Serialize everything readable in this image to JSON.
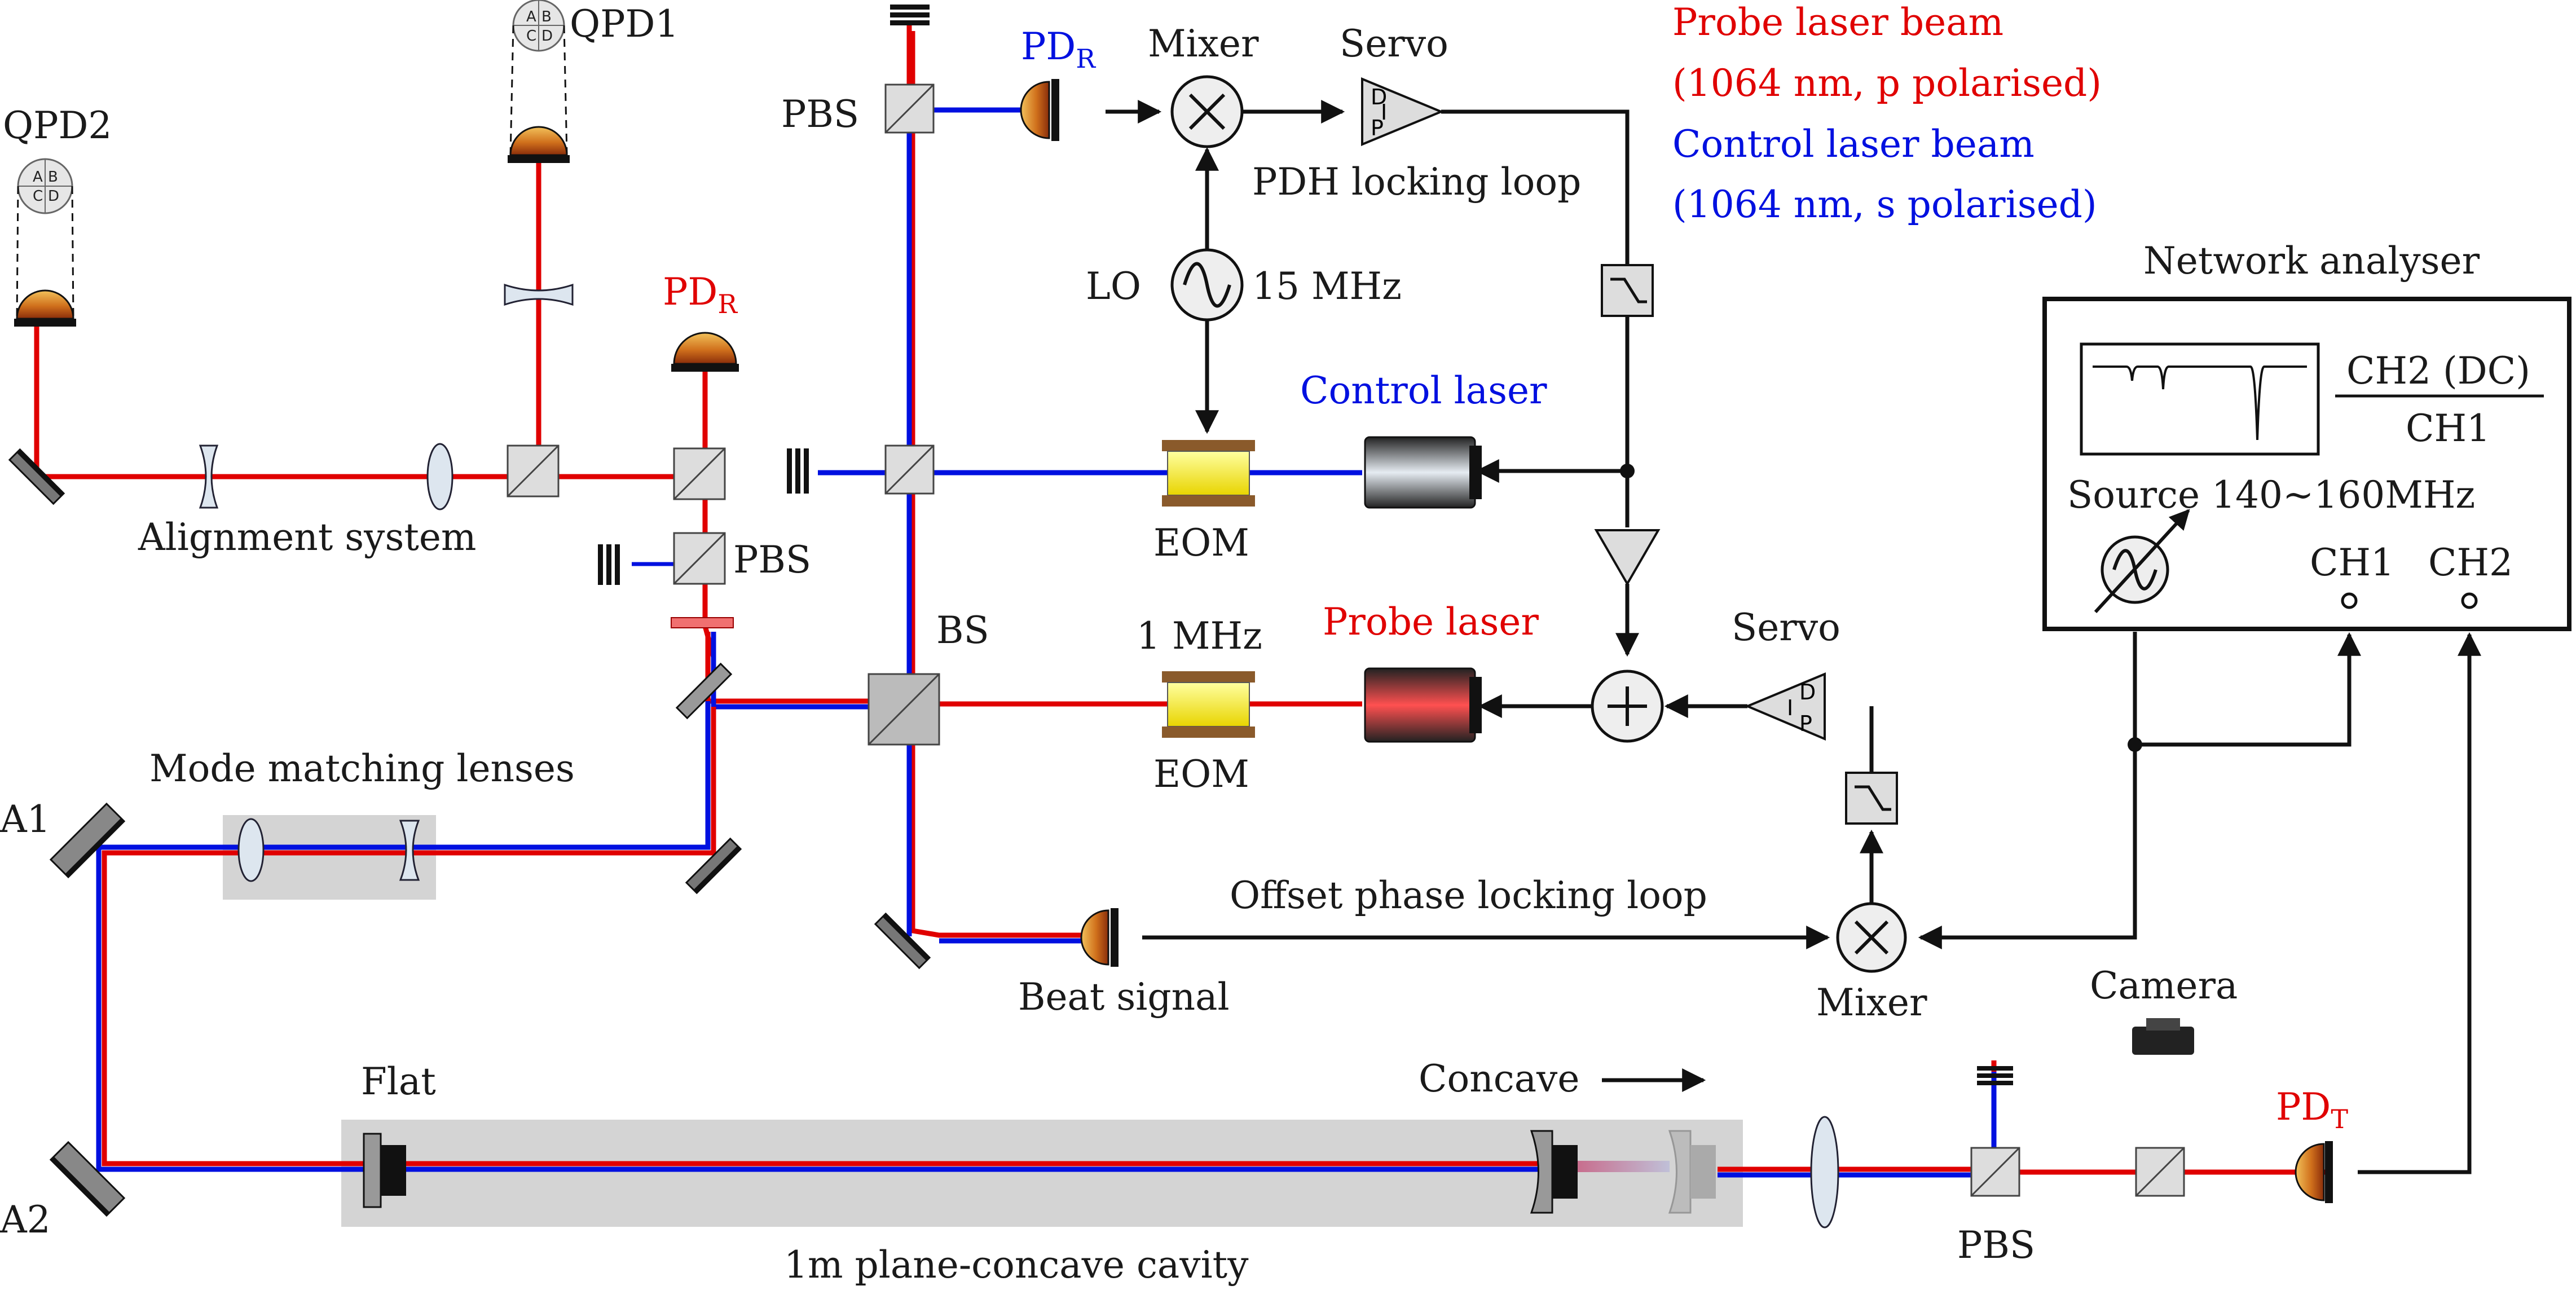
{
  "colors": {
    "probe_beam": "#e00000",
    "control_beam": "#0010e0",
    "signal_line": "#111111",
    "table_gray": "#d4d4d4"
  },
  "legend": {
    "probe_line1": "Probe laser beam",
    "probe_line2": "(1064 nm, p polarised)",
    "control_line1": "Control laser beam",
    "control_line2": "(1064 nm, s polarised)"
  },
  "labels": {
    "qpd1": "QPD1",
    "qpd2": "QPD2",
    "pd_r_left": "PD",
    "pd_r_left_sub": "R",
    "pd_r_top": "PD",
    "pd_r_top_sub": "R",
    "pd_t": "PD",
    "pd_t_sub": "T",
    "pbs_top": "PBS",
    "pbs_mid": "PBS",
    "pbs_bottom": "PBS",
    "bs": "BS",
    "mixer_top": "Mixer",
    "mixer_bottom": "Mixer",
    "servo_top": "Servo",
    "servo_bottom": "Servo",
    "pdh_loop": "PDH locking loop",
    "lo": "LO",
    "lo_freq": "15 MHz",
    "control_laser": "Control laser",
    "probe_laser": "Probe laser",
    "eom_top": "EOM",
    "eom_bottom": "EOM",
    "eom_bottom_freq": "1 MHz",
    "alignment_system": "Alignment system",
    "mode_matching": "Mode matching lenses",
    "a1": "A1",
    "a2": "A2",
    "beat_signal": "Beat signal",
    "offset_loop": "Offset phase locking loop",
    "flat": "Flat",
    "concave": "Concave",
    "cavity": "1m plane-concave cavity",
    "camera": "Camera",
    "network_analyser": "Network analyser",
    "ratio_num": "CH2 (DC)",
    "ratio_den": "CH1",
    "source": "Source 140~160MHz",
    "ch1": "CH1",
    "ch2": "CH2",
    "servo_pid_d": "D",
    "servo_pid_i": "I",
    "servo_pid_p": "P",
    "qpd_a": "A",
    "qpd_b": "B",
    "qpd_c": "C",
    "qpd_d": "D"
  }
}
